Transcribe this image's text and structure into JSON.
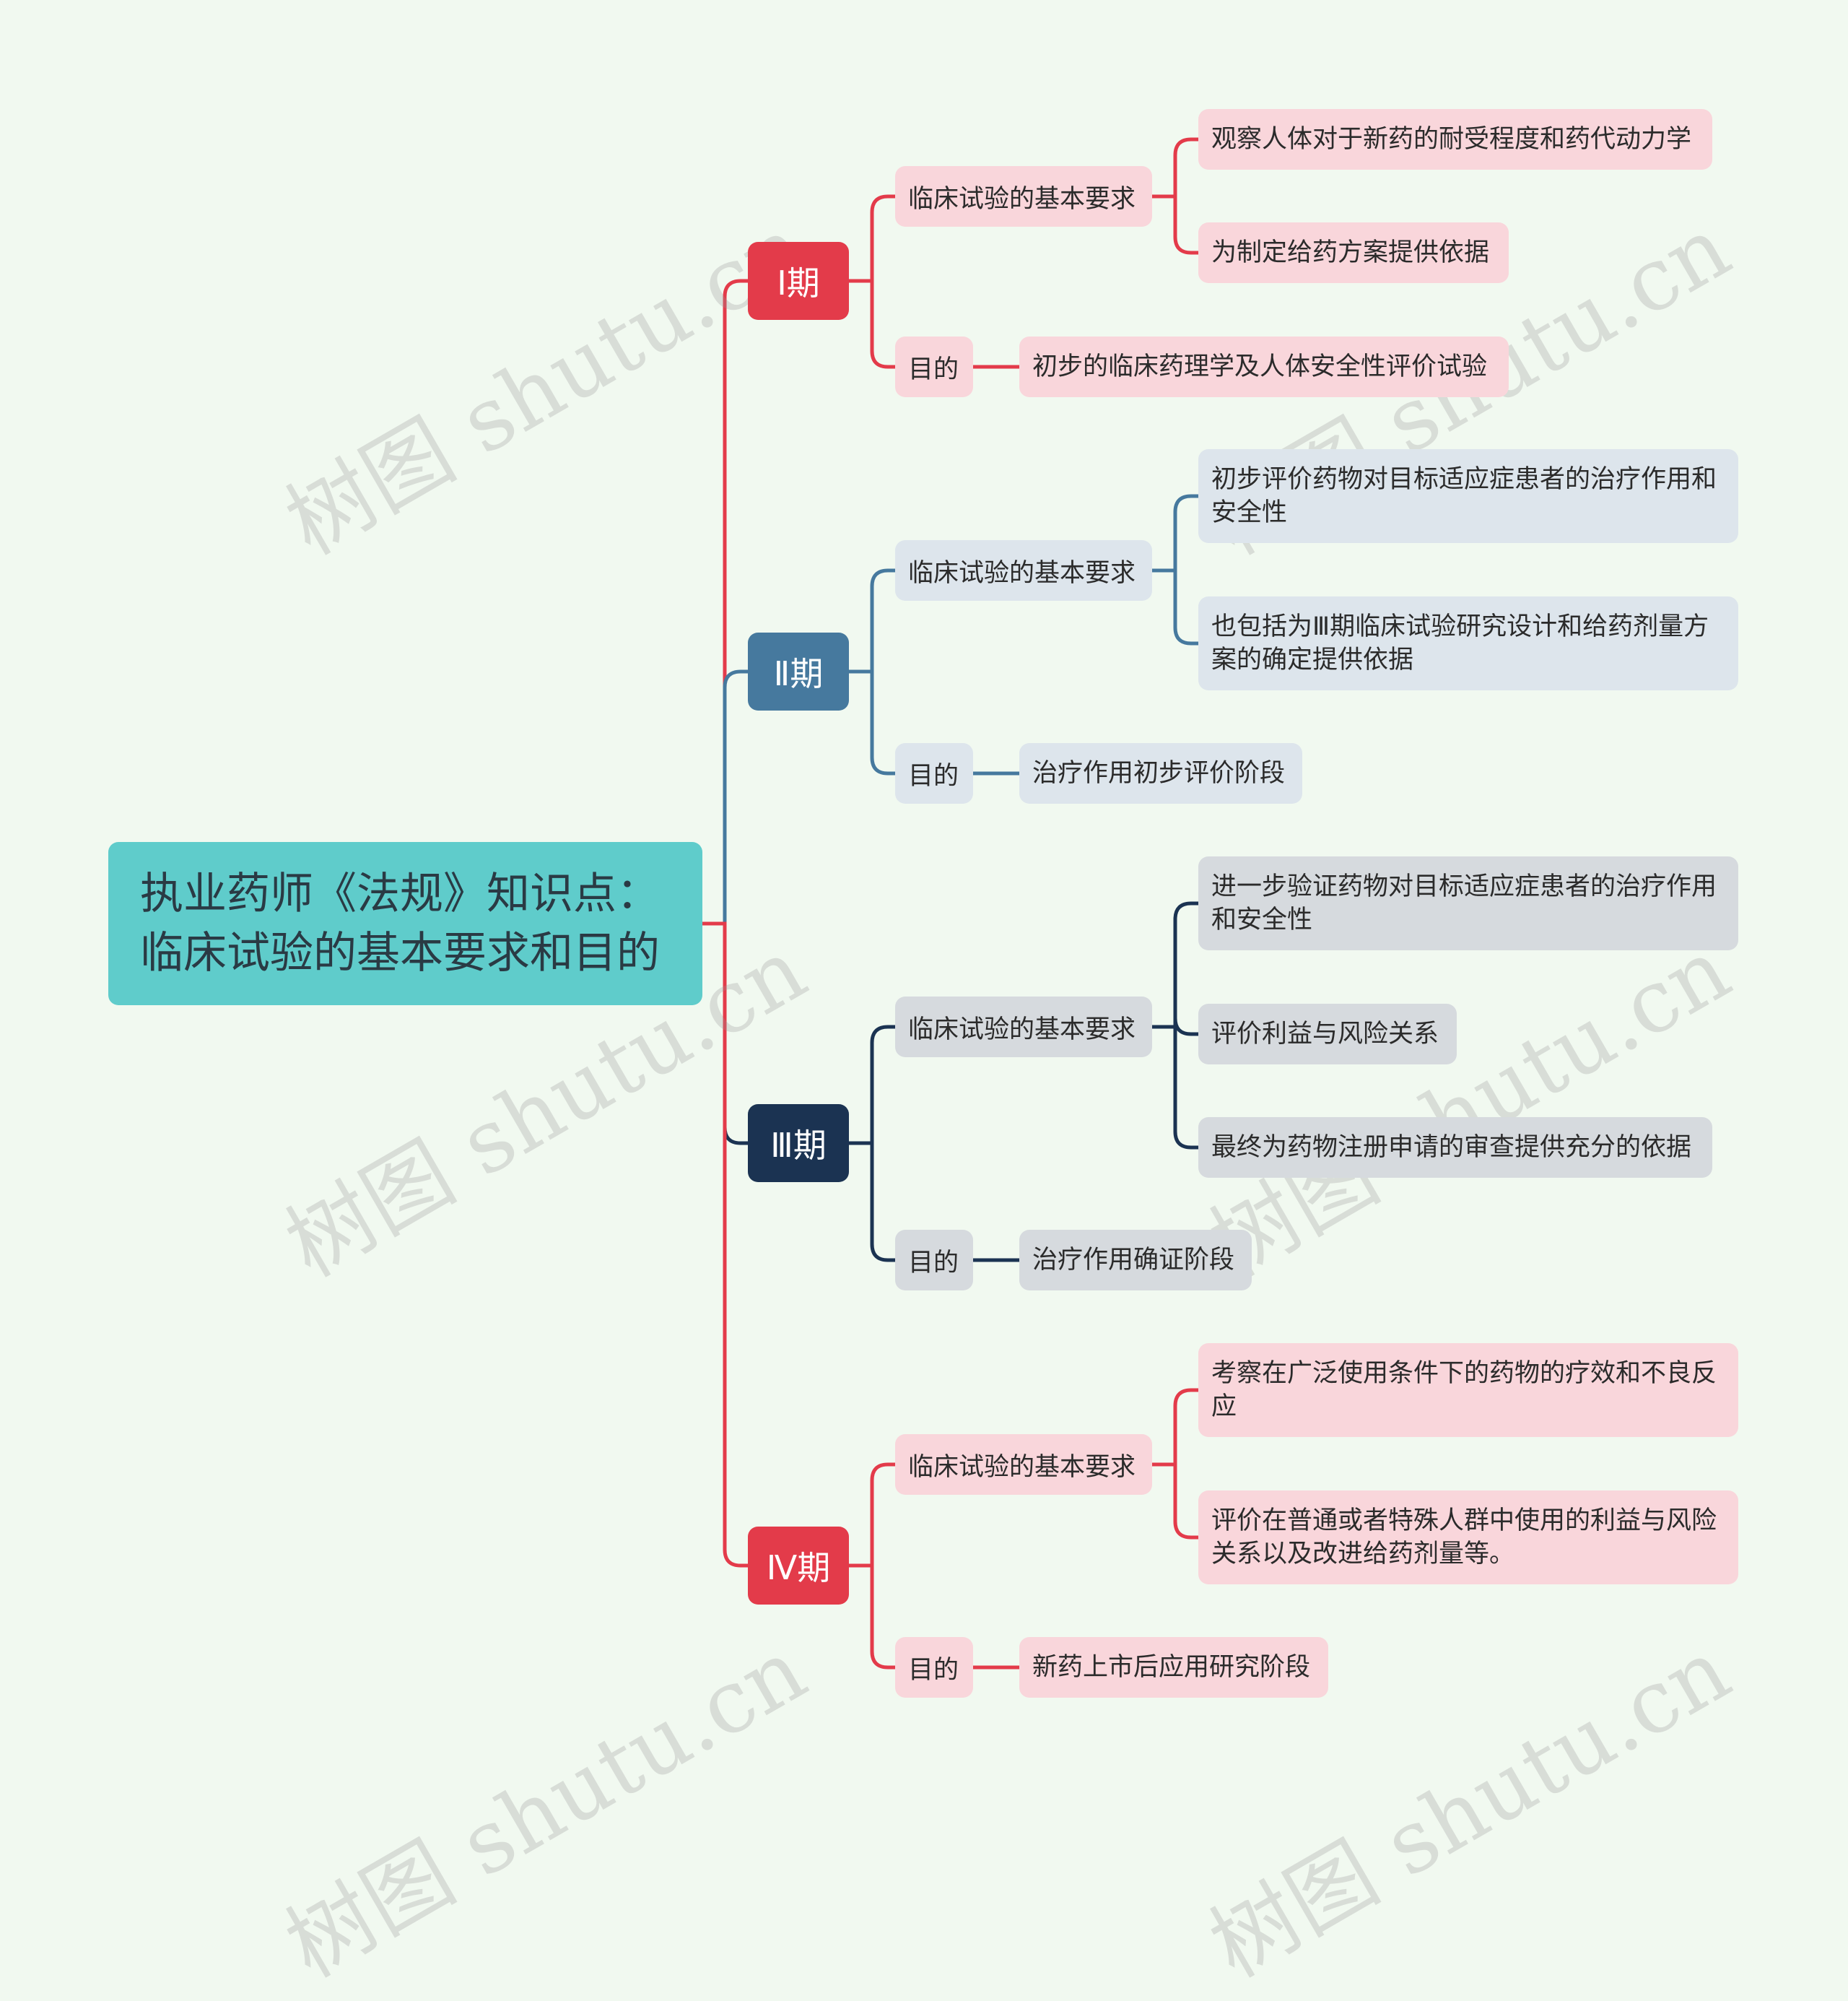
{
  "root": {
    "line1": "执业药师《法规》知识点：",
    "line2": "临床试验的基本要求和目的"
  },
  "colors": {
    "red": "#e33b4a",
    "steel": "#46799e",
    "navy": "#1b3352",
    "pink_bg": "#f9d6db",
    "blue_bg": "#dde5ec",
    "gray_bg": "#d6dade",
    "root_bg": "#5fcccb"
  },
  "phases": [
    {
      "label": "Ⅰ期",
      "req_label": "临床试验的基本要求",
      "goal_label": "目的",
      "reqs": [
        "观察人体对于新药的耐受程度和药代动力学",
        "为制定给药方案提供依据"
      ],
      "goal": "初步的临床药理学及人体安全性评价试验"
    },
    {
      "label": "Ⅱ期",
      "req_label": "临床试验的基本要求",
      "goal_label": "目的",
      "reqs": [
        "初步评价药物对目标适应症患者的治疗作用和安全性",
        "也包括为Ⅲ期临床试验研究设计和给药剂量方案的确定提供依据"
      ],
      "goal": "治疗作用初步评价阶段"
    },
    {
      "label": "Ⅲ期",
      "req_label": "临床试验的基本要求",
      "goal_label": "目的",
      "reqs": [
        "进一步验证药物对目标适应症患者的治疗作用和安全性",
        "评价利益与风险关系",
        "最终为药物注册申请的审查提供充分的依据"
      ],
      "goal": "治疗作用确证阶段"
    },
    {
      "label": "Ⅳ期",
      "req_label": "临床试验的基本要求",
      "goal_label": "目的",
      "reqs": [
        "考察在广泛使用条件下的药物的疗效和不良反应",
        "评价在普通或者特殊人群中使用的利益与风险关系以及改进给药剂量等。"
      ],
      "goal": "新药上市后应用研究阶段"
    }
  ],
  "watermark": "树图 shutu.cn"
}
